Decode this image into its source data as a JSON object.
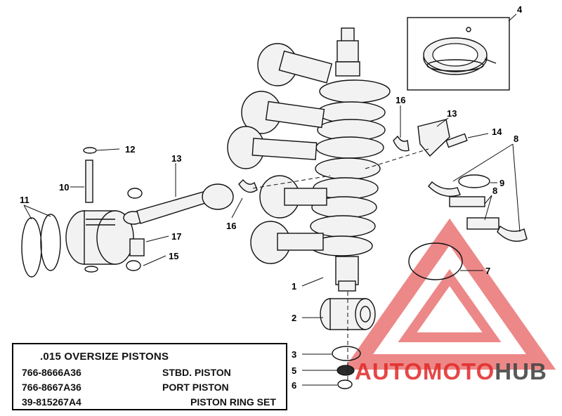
{
  "callouts": [
    "1",
    "2",
    "3",
    "4",
    "5",
    "6",
    "7",
    "8",
    "8",
    "9",
    "10",
    "11",
    "12",
    "13",
    "13",
    "14",
    "15",
    "16",
    "16",
    "17"
  ],
  "parts_table": {
    "title": ".015 OVERSIZE PISTONS",
    "rows": [
      {
        "part_number": "766-8666A36",
        "description": "STBD. PISTON"
      },
      {
        "part_number": "766-8667A36",
        "description": "PORT PISTON"
      },
      {
        "part_number": "39-815267A4",
        "description": "PISTON RING SET"
      }
    ]
  },
  "watermark": {
    "part1": "AUTOMOTO",
    "part2": "HUB",
    "red": "#e02828",
    "gray": "#464646"
  }
}
